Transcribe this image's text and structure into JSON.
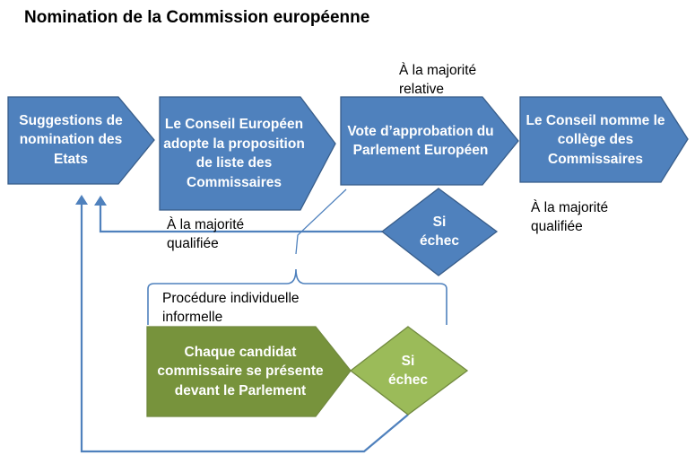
{
  "title": "Nomination de la Commission européenne",
  "steps": {
    "suggestions": "Suggestions de nomination des Etats",
    "conseil_adopte": "Le Conseil Européen adopte la proposition de liste  des Commissaires",
    "vote": "Vote d’approbation du  Parlement Européen",
    "conseil_nomme": "Le Conseil nomme le collège des Commissaires",
    "candidat": "Chaque candidat commissaire se présente devant le Parlement"
  },
  "decisions": {
    "echec_1": "Si échec",
    "echec_2": "Si échec"
  },
  "labels": {
    "majorite_relative": "À la majorité relative",
    "majorite_qualifiee_1": "À la majorité qualifiée",
    "majorite_qualifiee_2": "À la majorité qualifiée",
    "procedure": "Procédure individuelle informelle"
  },
  "colors": {
    "blue_fill": "#4f81bd",
    "blue_stroke": "#385d8a",
    "dark_green_fill": "#77933c",
    "light_green_fill": "#9bbb59",
    "green_stroke": "#71893f"
  }
}
